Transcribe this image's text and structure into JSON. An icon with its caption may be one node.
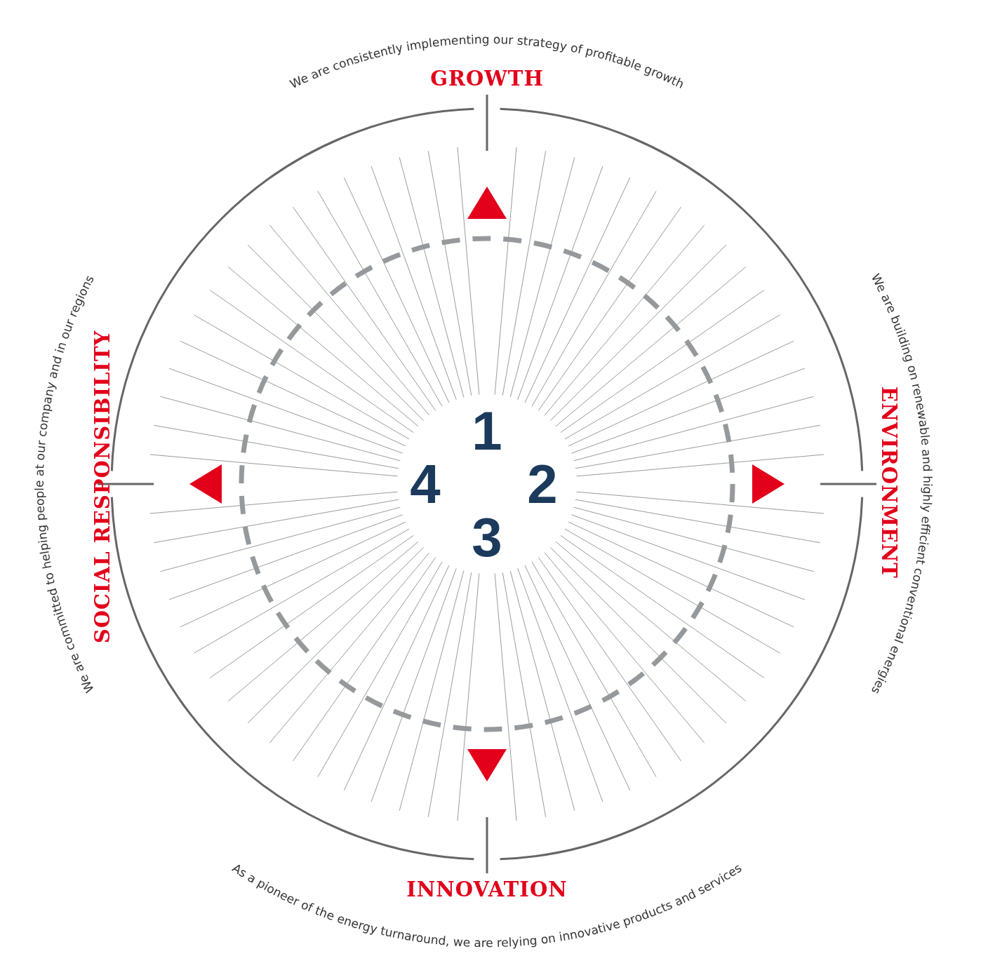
{
  "diagram": {
    "labels": [
      "We are consistently implementing our strategy of profitable growth",
      "GROWTH",
      "We are building on renewable and highly efficient conventional energies",
      "ENVIRONMENT",
      "As a pioneer of the energy turnaround, we are relying on innovative products and services",
      "INNOVATION",
      "We are committed to helping people at our company and in our regions",
      "SOCIAL RESPONSIBILITY",
      "1",
      "2",
      "3",
      "4"
    ]
  }
}
